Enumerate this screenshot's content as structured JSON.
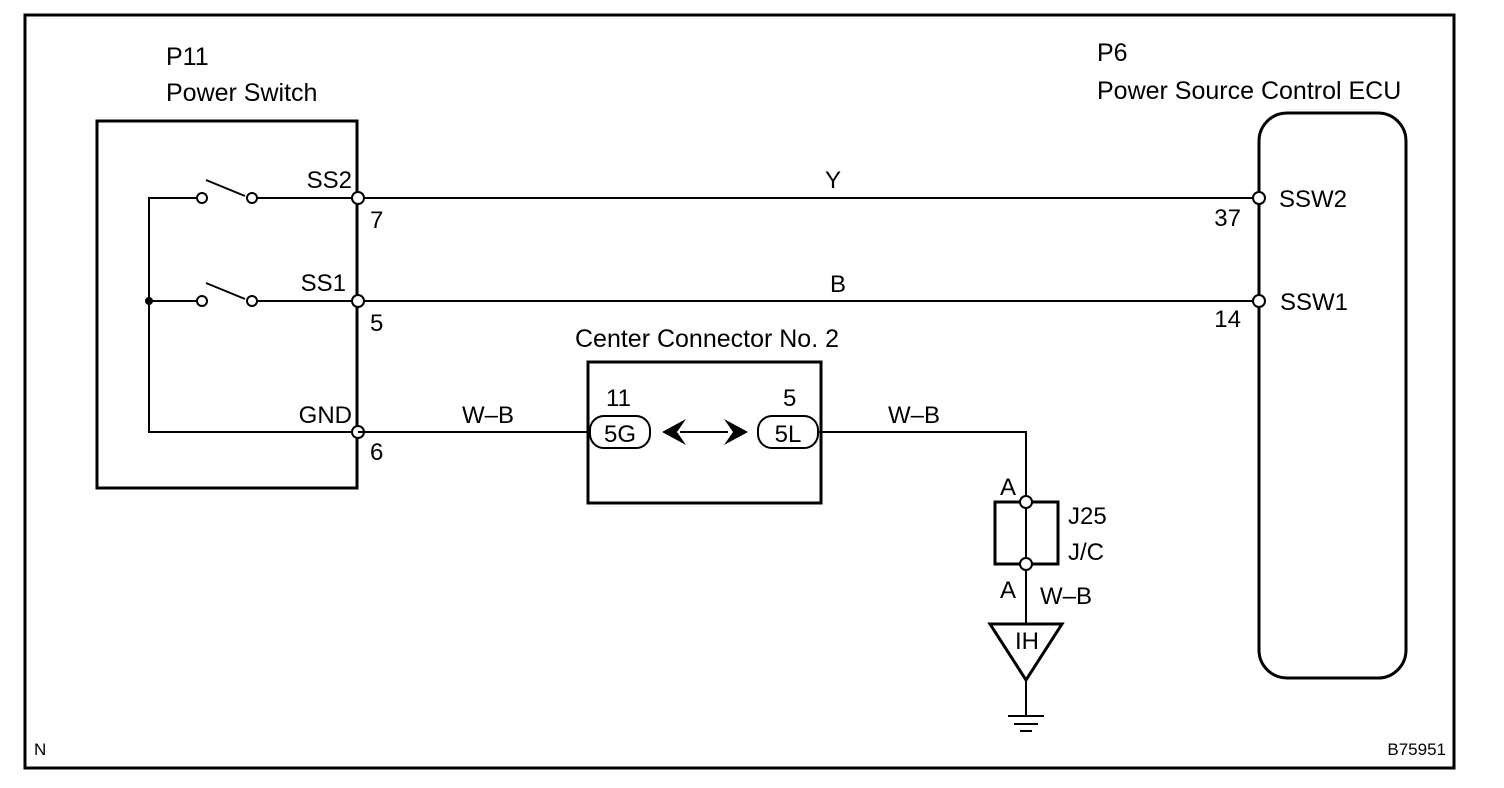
{
  "components": {
    "power_switch": {
      "code": "P11",
      "name": "Power Switch"
    },
    "ecu": {
      "code": "P6",
      "name": "Power Source Control ECU"
    },
    "center_connector": {
      "name": "Center Connector No. 2"
    },
    "junction": {
      "code": "J25",
      "name": "J/C"
    },
    "ground_point": {
      "code": "IH"
    }
  },
  "switch_terminals": [
    {
      "label": "SS2",
      "pin": "7"
    },
    {
      "label": "SS1",
      "pin": "5"
    },
    {
      "label": "GND",
      "pin": "6"
    }
  ],
  "ecu_terminals": [
    {
      "label": "SSW2",
      "pin": "37"
    },
    {
      "label": "SSW1",
      "pin": "14"
    }
  ],
  "wires": {
    "ss2": "Y",
    "ss1": "B",
    "gnd_left": "W–B",
    "gnd_right": "W–B",
    "ground": "W–B"
  },
  "connector_pins": {
    "left": {
      "pin": "11",
      "label": "5G"
    },
    "right": {
      "pin": "5",
      "label": "5L"
    }
  },
  "junction_pins": {
    "top": "A",
    "bottom": "A"
  },
  "footer": {
    "left": "N",
    "right": "B75951"
  }
}
